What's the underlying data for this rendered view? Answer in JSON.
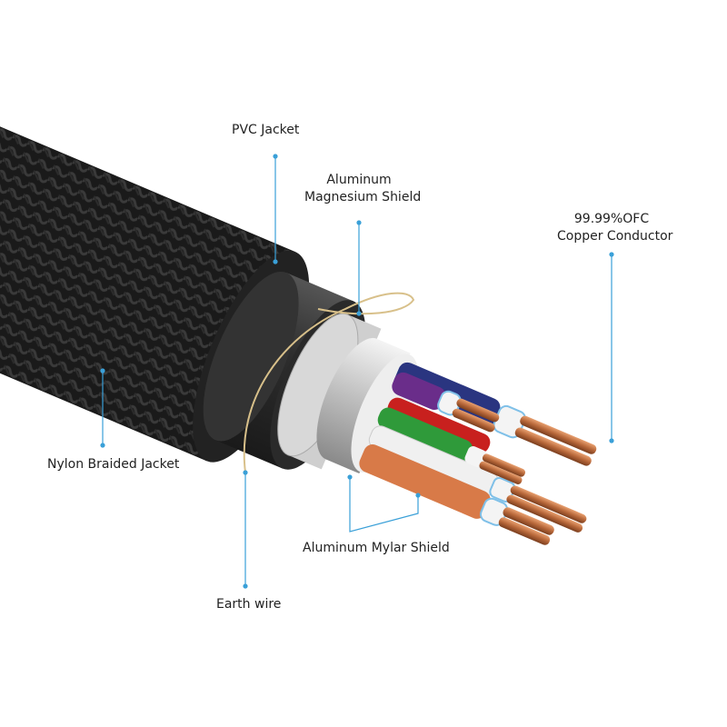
{
  "labels": {
    "pvc_jacket": "PVC Jacket",
    "shield_line1": "Aluminum",
    "shield_line2": "Magnesium Shield",
    "conductor_line1": "99.99%OFC",
    "conductor_line2": "Copper Conductor",
    "nylon": "Nylon Braided Jacket",
    "mylar": "Aluminum Mylar Shield",
    "earth": "Earth wire"
  },
  "colors": {
    "leader": "#3aa0d8",
    "braid": "#1c1c1c",
    "pvc": "#3a3a3a",
    "copper": "#c87a4a",
    "wire_colors": [
      "#6a2d8a",
      "#2a3580",
      "#c8201e",
      "#2f9a3a",
      "#d87a48",
      "#f0f0f0"
    ]
  }
}
